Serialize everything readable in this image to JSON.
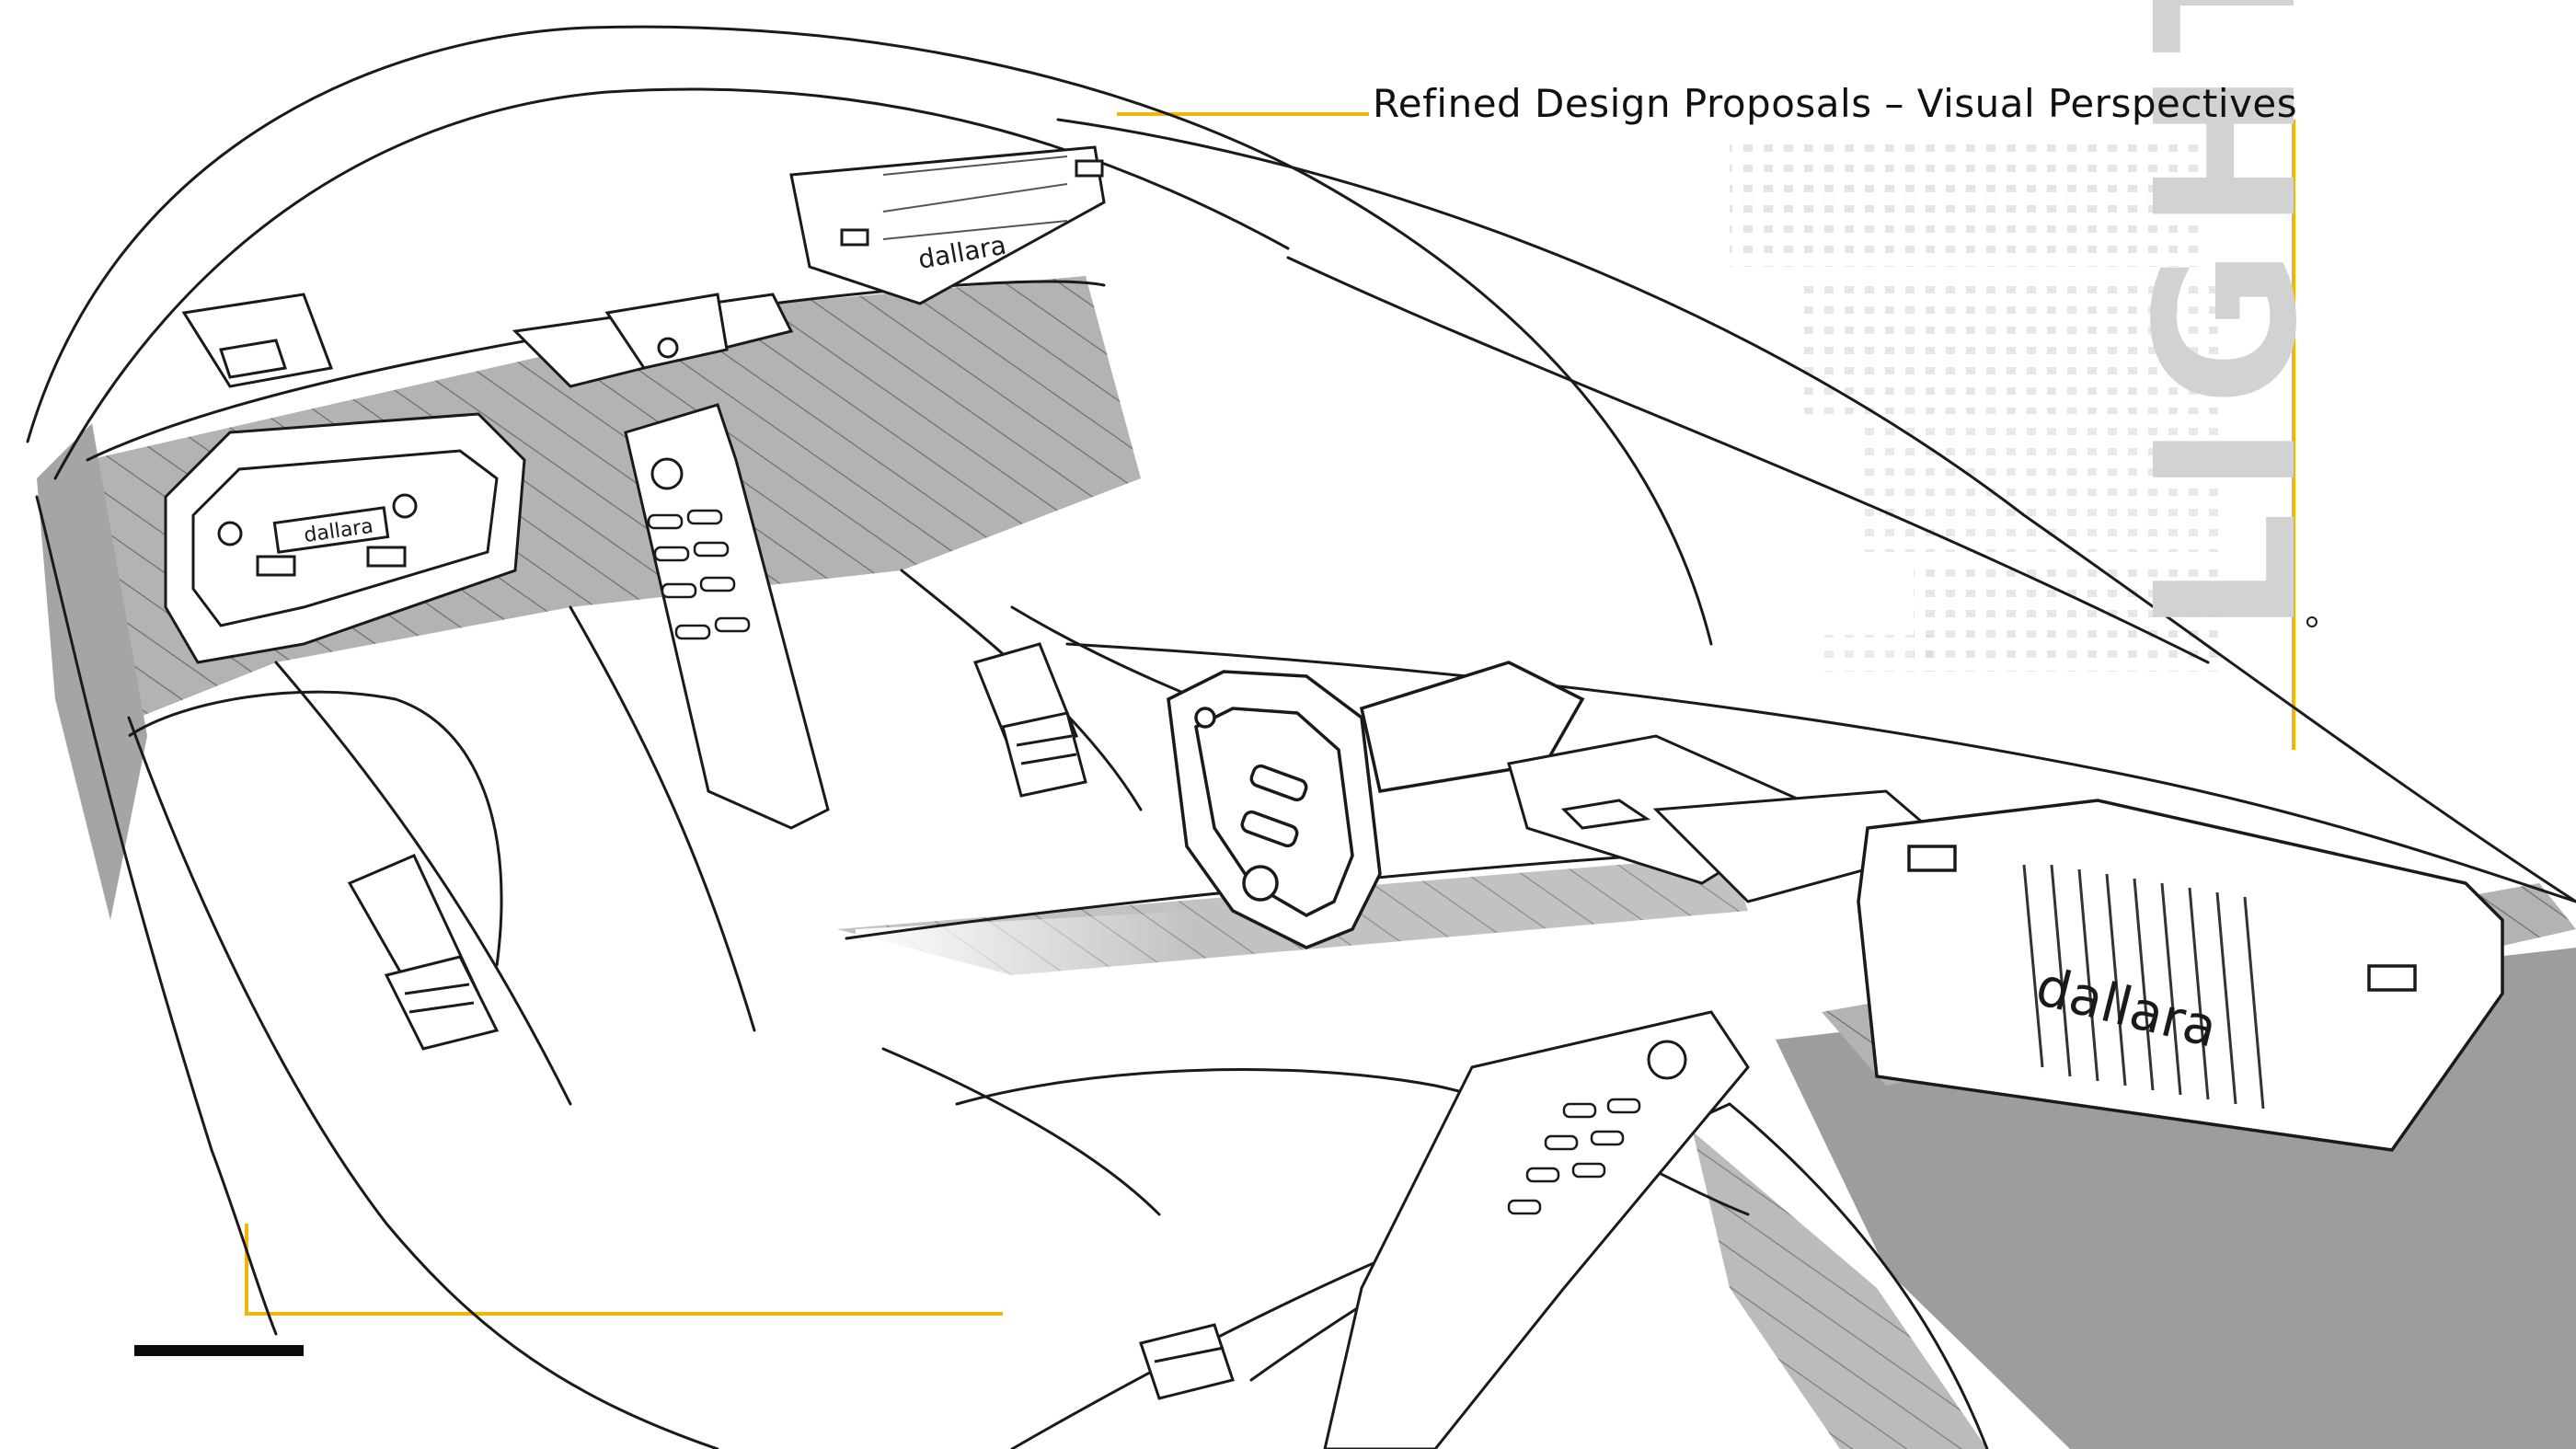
{
  "header": {
    "title": "Refined Design Proposals – Visual Perspectives"
  },
  "decor": {
    "vertical_word": "LIGHT",
    "brand_mark": "dallara",
    "accent_color": "#f2b705",
    "ink_color": "#1a1a1a",
    "shade_color": "#9b9b9b",
    "panel_color": "#b9b9b9"
  }
}
